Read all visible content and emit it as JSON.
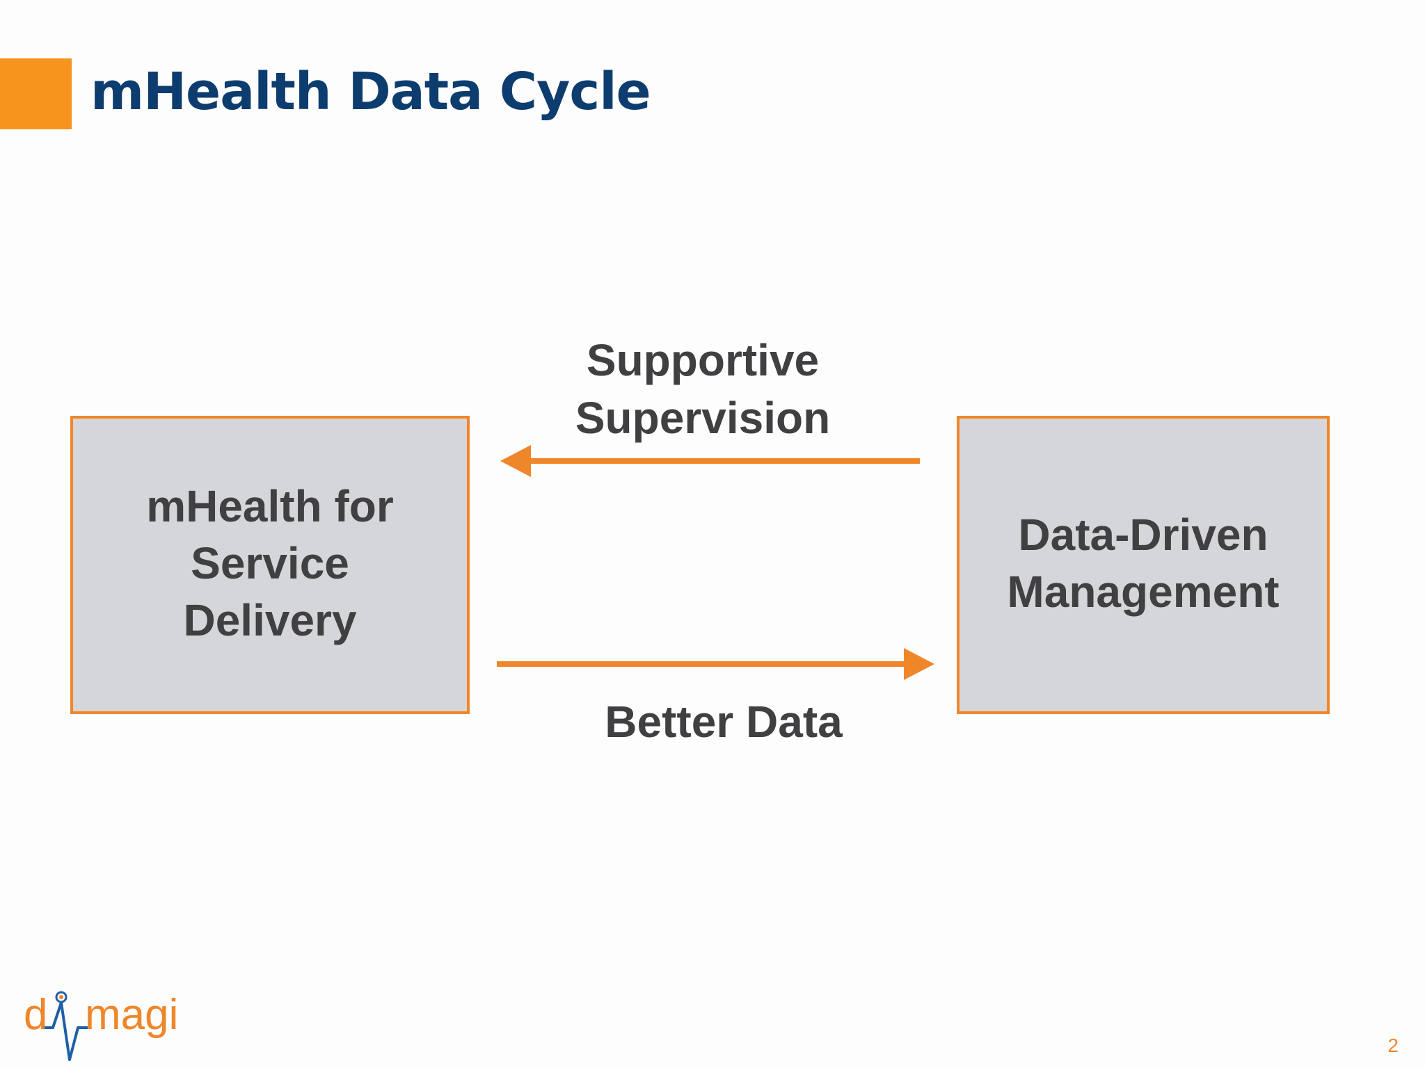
{
  "title": "mHealth Data Cycle",
  "diagram": {
    "left_box": "mHealth for\nService\nDelivery",
    "right_box": "Data-Driven\nManagement",
    "top_arrow_label": "Supportive\nSupervision",
    "bottom_arrow_label": "Better Data"
  },
  "footer": {
    "logo_text": "dimagi",
    "page_number": "2"
  },
  "colors": {
    "accent": "#f7941d",
    "arrow": "#f0862a",
    "title": "#0d3c6e",
    "box_fill": "#d5d6d9",
    "text": "#404043",
    "logo_blue": "#1f5fa6"
  }
}
